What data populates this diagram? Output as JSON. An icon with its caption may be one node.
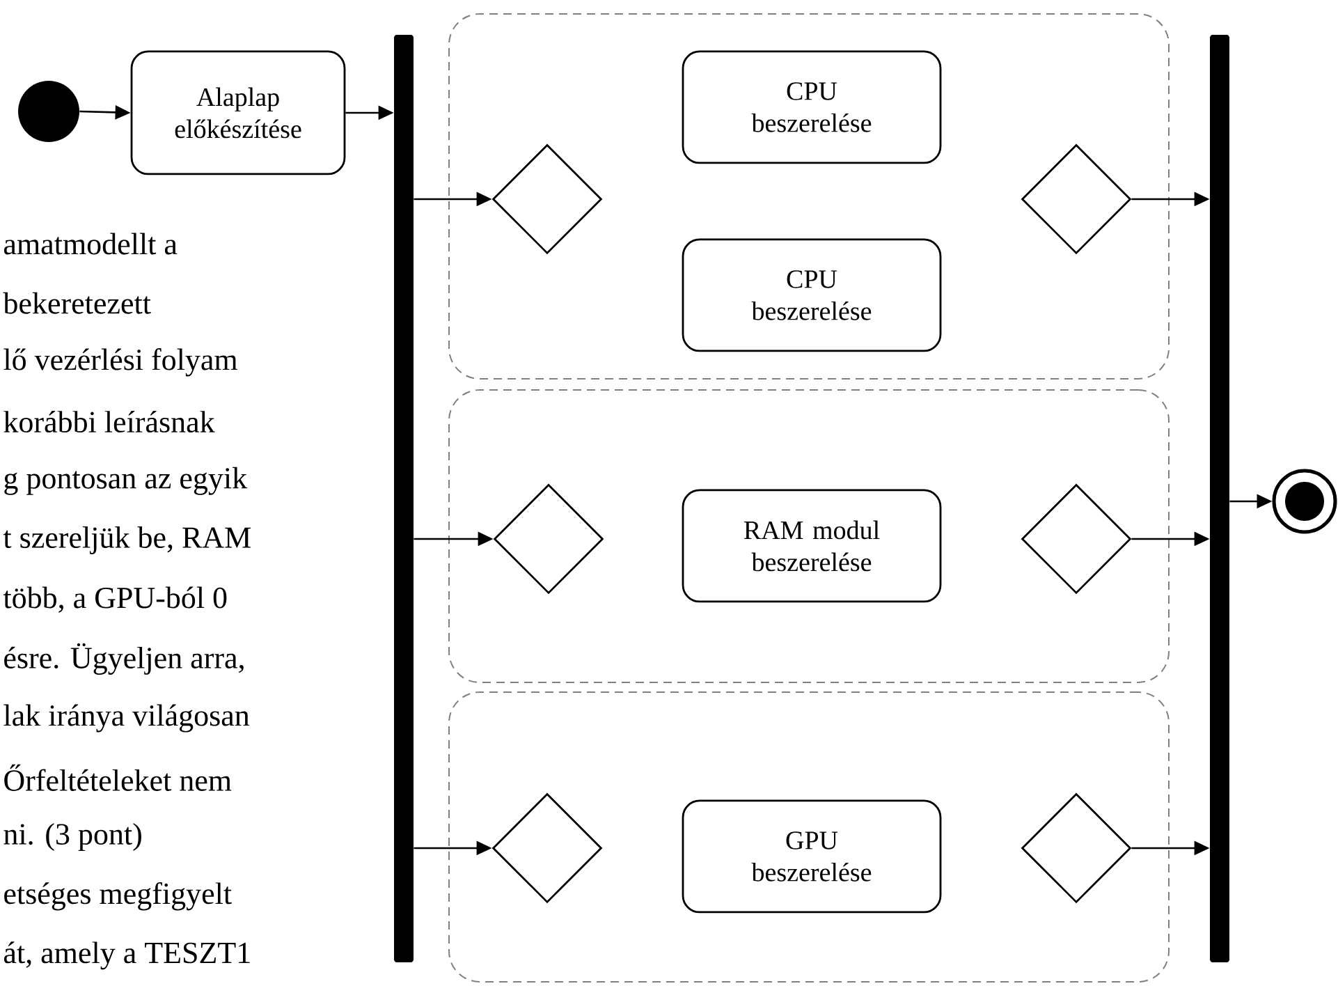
{
  "diagram": {
    "nodes": [
      {
        "text": [],
        "shape": "circle"
      },
      {
        "text": [
          "Alaplap előkészítése"
        ]
      },
      {
        "text": [],
        "shape": "bar"
      },
      {
        "text": [],
        "shape": "box"
      },
      {
        "text": [],
        "shape": "diamond",
        "in": 3
      },
      {
        "text": [
          "CPU beszerelése"
        ],
        "in": 3
      },
      {
        "text": [
          "CPU beszerelése"
        ],
        "in": 3
      },
      {
        "text": [],
        "shape": "diamond",
        "in": 3
      },
      {
        "text": [],
        "shape": "box"
      },
      {
        "text": [],
        "shape": "diamond",
        "in": 8
      },
      {
        "text": [
          "RAM modul beszerelése"
        ],
        "in": 8
      },
      {
        "text": [],
        "shape": "diamond",
        "in": 8
      },
      {
        "text": [],
        "shape": "box"
      },
      {
        "text": [],
        "shape": "diamond",
        "in": 12
      },
      {
        "text": [
          "GPU beszerelése"
        ],
        "in": 12
      },
      {
        "text": [],
        "shape": "diamond",
        "in": 12
      },
      {
        "text": [],
        "shape": "bar"
      },
      {
        "text": [],
        "shape": "circle"
      }
    ],
    "edges": [
      {
        "from": 0,
        "to": 1,
        "arrow": "to"
      },
      {
        "from": 1,
        "to": 2,
        "arrow": "to"
      },
      {
        "from": 2,
        "to": 4,
        "arrow": "to"
      },
      {
        "from": 2,
        "to": 9,
        "arrow": "to"
      },
      {
        "from": 2,
        "to": 13,
        "arrow": "to"
      },
      {
        "from": 7,
        "to": 16,
        "arrow": "to"
      },
      {
        "from": 11,
        "to": 16,
        "arrow": "to"
      },
      {
        "from": 15,
        "to": 16,
        "arrow": "to"
      },
      {
        "from": 16,
        "to": 17,
        "arrow": "to"
      }
    ],
    "labels": [
      "amatmodellt a",
      "bekeretezett",
      "lő vezérlési folyam",
      "korábbi leírásnak",
      "g pontosan az egyik",
      "t szereljük be, RAM",
      "több, a GPU-ból 0",
      "ésre. Ügyeljen arra,",
      "lak iránya világosan",
      "Őrfeltételeket nem",
      "ni. (3 pont)",
      "etséges megfigyelt",
      "át, amely a TESZT1"
    ]
  }
}
